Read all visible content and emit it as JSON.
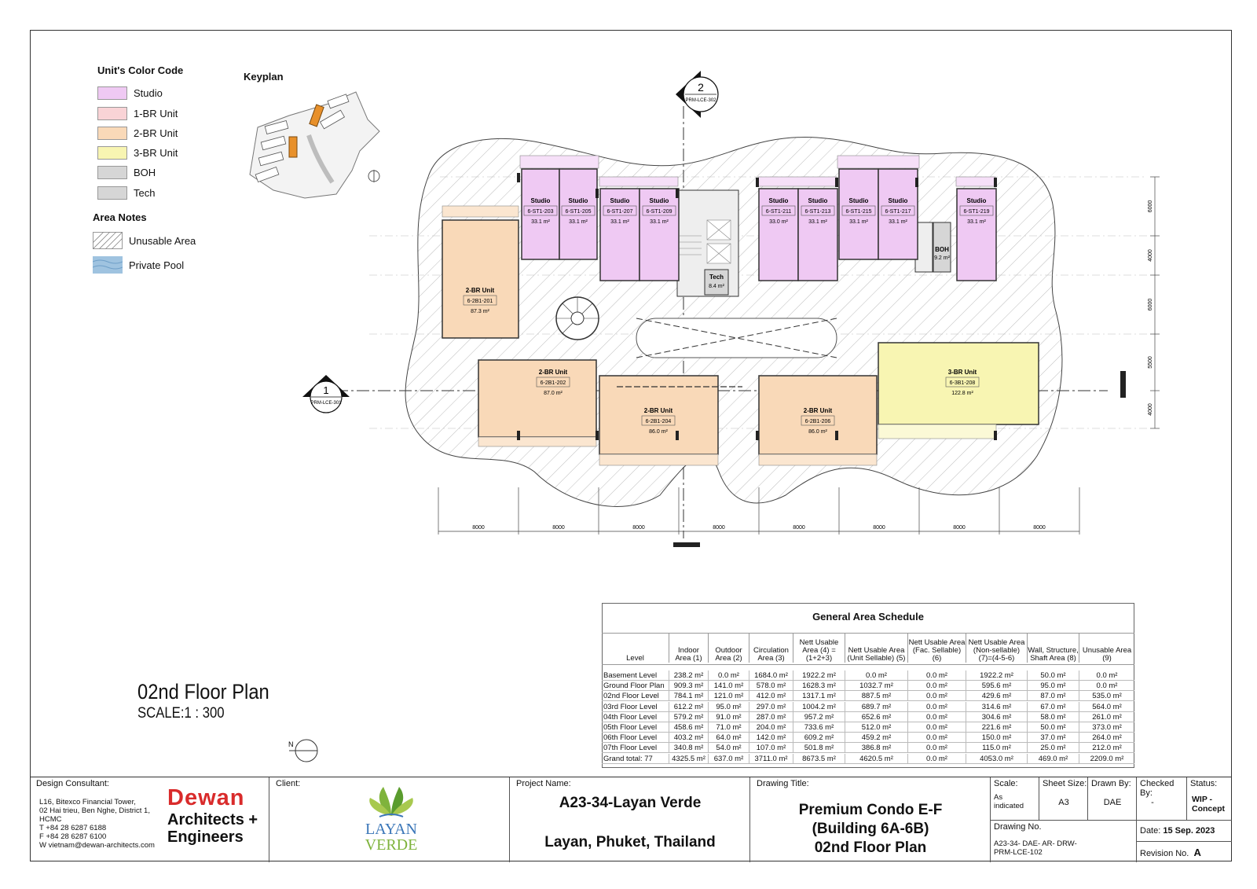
{
  "legend": {
    "color_title": "Unit's Color Code",
    "colors": [
      {
        "label": "Studio",
        "color": "#efc9f3"
      },
      {
        "label": "1-BR Unit",
        "color": "#f9d3d6"
      },
      {
        "label": "2-BR Unit",
        "color": "#f9d9b8"
      },
      {
        "label": "3-BR Unit",
        "color": "#f8f5b2"
      },
      {
        "label": "BOH",
        "color": "#d6d6d6"
      },
      {
        "label": "Tech",
        "color": "#d6d6d6"
      }
    ],
    "area_title": "Area Notes",
    "areas": [
      {
        "label": "Unusable Area"
      },
      {
        "label": "Private Pool"
      }
    ]
  },
  "keyplan": {
    "title": "Keyplan"
  },
  "plan": {
    "title": "02nd Floor Plan",
    "scale": "SCALE:1 : 300",
    "section_2": {
      "num": "2",
      "ref": "PRM-LCE-302"
    },
    "section_1": {
      "num": "1",
      "ref": "PRM-LCE-301"
    },
    "units": [
      {
        "type": "Studio",
        "code": "6-ST1-203",
        "area": "33.1 m²"
      },
      {
        "type": "Studio",
        "code": "6-ST1-205",
        "area": "33.1 m²"
      },
      {
        "type": "Studio",
        "code": "6-ST1-207",
        "area": "33.1 m²"
      },
      {
        "type": "Studio",
        "code": "6-ST1-209",
        "area": "33.1 m²"
      },
      {
        "type": "Studio",
        "code": "6-ST1-211",
        "area": "33.0 m²"
      },
      {
        "type": "Studio",
        "code": "6-ST1-213",
        "area": "33.1 m²"
      },
      {
        "type": "Studio",
        "code": "6-ST1-215",
        "area": "33.1 m²"
      },
      {
        "type": "Studio",
        "code": "6-ST1-217",
        "area": "33.1 m²"
      },
      {
        "type": "Studio",
        "code": "6-ST1-219",
        "area": "33.1 m²"
      },
      {
        "type": "2-BR Unit",
        "code": "6-2B1-201",
        "area": "87.3 m²"
      },
      {
        "type": "2-BR Unit",
        "code": "6-2B1-202",
        "area": "87.0 m²"
      },
      {
        "type": "2-BR Unit",
        "code": "6-2B1-204",
        "area": "86.0 m²"
      },
      {
        "type": "2-BR Unit",
        "code": "6-2B1-206",
        "area": "86.0 m²"
      },
      {
        "type": "3-BR Unit",
        "code": "6-3B1-208",
        "area": "122.8 m²"
      }
    ],
    "tech": {
      "label": "Tech",
      "area": "8.4 m²"
    },
    "boh": {
      "label": "BOH",
      "area": "9.2 m²"
    },
    "bottom_dims": [
      "8000",
      "8000",
      "8000",
      "8000",
      "8000",
      "8000",
      "8000",
      "8000"
    ],
    "right_dims": [
      "6000",
      "4000",
      "6000",
      "5500",
      "4000"
    ]
  },
  "schedule": {
    "title": "General Area Schedule",
    "headers": [
      "Level",
      "Indoor Area (1)",
      "Outdoor Area (2)",
      "Circulation Area (3)",
      "Nett Usable Area (4) = (1+2+3)",
      "Nett Usable Area (Unit Sellable) (5)",
      "Nett Usable Area (Fac. Sellable) (6)",
      "Nett Usable Area (Non-sellable) (7)=(4-5-6)",
      "Wall, Structure, Shaft Area (8)",
      "Unusable Area (9)"
    ],
    "rows": [
      [
        "Basement Level",
        "238.2 m²",
        "0.0 m²",
        "1684.0 m²",
        "1922.2 m²",
        "0.0 m²",
        "0.0 m²",
        "1922.2 m²",
        "50.0 m²",
        "0.0 m²"
      ],
      [
        "Ground Floor Plan",
        "909.3 m²",
        "141.0 m²",
        "578.0 m²",
        "1628.3 m²",
        "1032.7 m²",
        "0.0 m²",
        "595.6 m²",
        "95.0 m²",
        "0.0 m²"
      ],
      [
        "02nd Floor Level",
        "784.1 m²",
        "121.0 m²",
        "412.0 m²",
        "1317.1 m²",
        "887.5 m²",
        "0.0 m²",
        "429.6 m²",
        "87.0 m²",
        "535.0 m²"
      ],
      [
        "03rd Floor Level",
        "612.2 m²",
        "95.0 m²",
        "297.0 m²",
        "1004.2 m²",
        "689.7 m²",
        "0.0 m²",
        "314.6 m²",
        "67.0 m²",
        "564.0 m²"
      ],
      [
        "04th Floor Level",
        "579.2 m²",
        "91.0 m²",
        "287.0 m²",
        "957.2 m²",
        "652.6 m²",
        "0.0 m²",
        "304.6 m²",
        "58.0 m²",
        "261.0 m²"
      ],
      [
        "05th Floor Level",
        "458.6 m²",
        "71.0 m²",
        "204.0 m²",
        "733.6 m²",
        "512.0 m²",
        "0.0 m²",
        "221.6 m²",
        "50.0 m²",
        "373.0 m²"
      ],
      [
        "06th Floor Level",
        "403.2 m²",
        "64.0 m²",
        "142.0 m²",
        "609.2 m²",
        "459.2 m²",
        "0.0 m²",
        "150.0 m²",
        "37.0 m²",
        "264.0 m²"
      ],
      [
        "07th Floor Level",
        "340.8 m²",
        "54.0 m²",
        "107.0 m²",
        "501.8 m²",
        "386.8 m²",
        "0.0 m²",
        "115.0 m²",
        "25.0 m²",
        "212.0 m²"
      ],
      [
        "Grand total: 77",
        "4325.5 m²",
        "637.0 m²",
        "3711.0 m²",
        "8673.5 m²",
        "4620.5 m²",
        "0.0 m²",
        "4053.0 m²",
        "469.0 m²",
        "2209.0 m²"
      ]
    ]
  },
  "titleblock": {
    "consultant_label": "Design Consultant:",
    "consultant_address": [
      "L16, Bitexco Financial Tower,",
      "02 Hai trieu, Ben Nghe, District 1,",
      "HCMC",
      "T  +84 28 6287 6188",
      "F  +84 28 6287 6100",
      "W  vietnam@dewan-architects.com"
    ],
    "consultant_logo": [
      "Dewan",
      "Architects +",
      "Engineers"
    ],
    "client_label": "Client:",
    "client_logo": [
      "LAYAN",
      "VERDE"
    ],
    "project_label": "Project Name:",
    "project_name": "A23-34-Layan Verde",
    "project_location": "Layan, Phuket, Thailand",
    "drawing_title_label": "Drawing Title:",
    "drawing_title": [
      "Premium Condo E-F",
      "(Building 6A-6B)",
      "02nd Floor Plan"
    ],
    "scale_label": "Scale:",
    "scale_value": "As indicated",
    "sheet_label": "Sheet Size:",
    "sheet_value": "A3",
    "drawn_label": "Drawn By:",
    "drawn_value": "DAE",
    "checked_label": "Checked By:",
    "checked_value": "-",
    "status_label": "Status:",
    "status_value": "WIP - Concept",
    "drawing_no_label": "Drawing No.",
    "drawing_no": "A23-34- DAE- AR- DRW- PRM-LCE-102",
    "date_label": "Date:",
    "date_value": "15 Sep. 2023",
    "revision_label": "Revision No.",
    "revision_value": "A"
  }
}
